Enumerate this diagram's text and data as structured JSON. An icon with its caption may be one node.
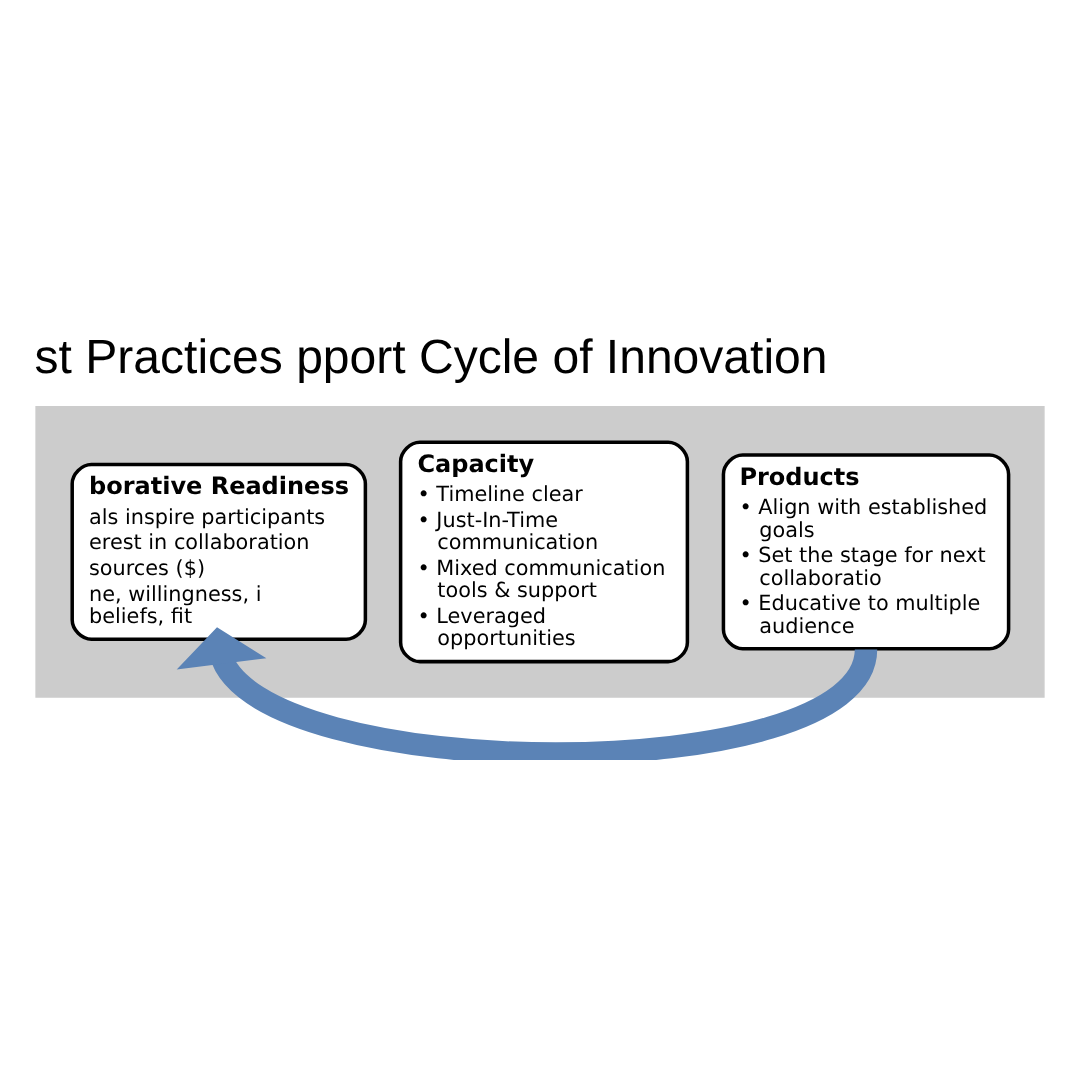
{
  "diagram": {
    "title": "st Practices pport Cycle of Innovation",
    "nodes": [
      {
        "text": [],
        "shape": "arrow"
      },
      {
        "text": [
          "borative Readiness",
          "als inspire participants",
          "erest in collaboration",
          "sources ($)",
          "ne, willingness, i beliefs, fit"
        ],
        "in": 0
      },
      {
        "text": [
          "Capacity",
          "• Timeline clear",
          "• Just-In-Time communication",
          "• Mixed communication tools & support",
          "• Leveraged opportunities"
        ],
        "in": 0
      },
      {
        "text": [
          "Products",
          "• Align with established goals",
          "• Set the stage for next collaboratio",
          "• Educative to multiple audience"
        ],
        "in": 0
      }
    ],
    "edges": [
      {
        "from": 3,
        "to": 1,
        "arrow": "to",
        "color": "#5b83b6"
      }
    ]
  }
}
